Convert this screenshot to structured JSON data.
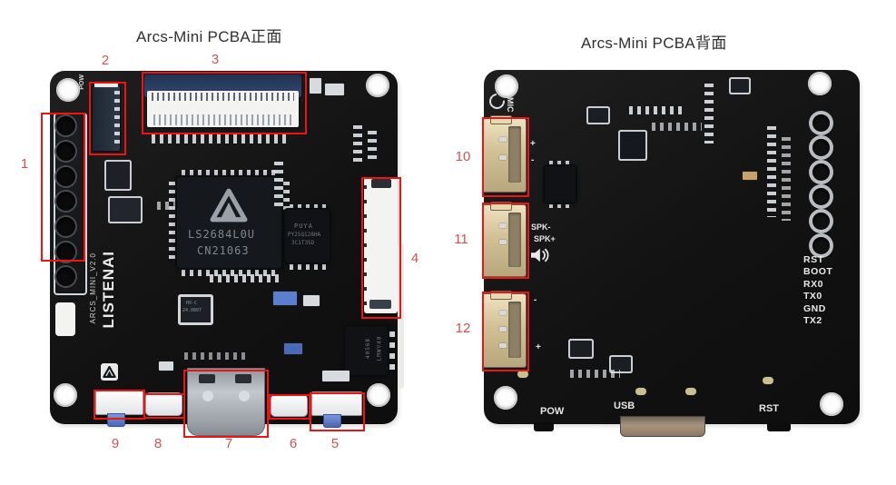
{
  "figures": {
    "front": {
      "title": "Arcs-Mini PCBA正面",
      "silkscreen": {
        "pow": "POW",
        "board_name": "ARCS_MINI_V2.0",
        "brand": "LISTENAI"
      },
      "chips": {
        "mcu_line1": "LS2684L0U",
        "mcu_line2": "CN21063",
        "flash_line1": "PUYA",
        "flash_line2": "PY25Q128HA",
        "flash_line3": "3C1T35D",
        "crystal_line1": "HX-C",
        "crystal_line2": "24.0807",
        "charger_line1": "4056B",
        "charger_line2": "LMWV40"
      }
    },
    "back": {
      "title": "Arcs-Mini PCBA背面",
      "silkscreen": {
        "mic": "MIC",
        "plus": "+",
        "minus": "-",
        "spk_minus": "SPK-",
        "spk_plus": "SPK+",
        "uart_labels": [
          "RST",
          "BOOT",
          "RX0",
          "TX0",
          "GND",
          "TX2"
        ],
        "pow": "POW",
        "usb": "USB",
        "rst": "RST"
      }
    }
  },
  "annotations": {
    "box_color": "#ee1414",
    "number_color": "#d94f4f",
    "labels": [
      "1",
      "2",
      "3",
      "4",
      "5",
      "6",
      "7",
      "8",
      "9",
      "10",
      "11",
      "12"
    ]
  },
  "colors": {
    "board": "#151515",
    "connector_beige": "#d2c096",
    "usb_metal": "#a8adb3",
    "switch_blue": "#5b79c9",
    "fpc_latch_blue": "#2e4468"
  }
}
